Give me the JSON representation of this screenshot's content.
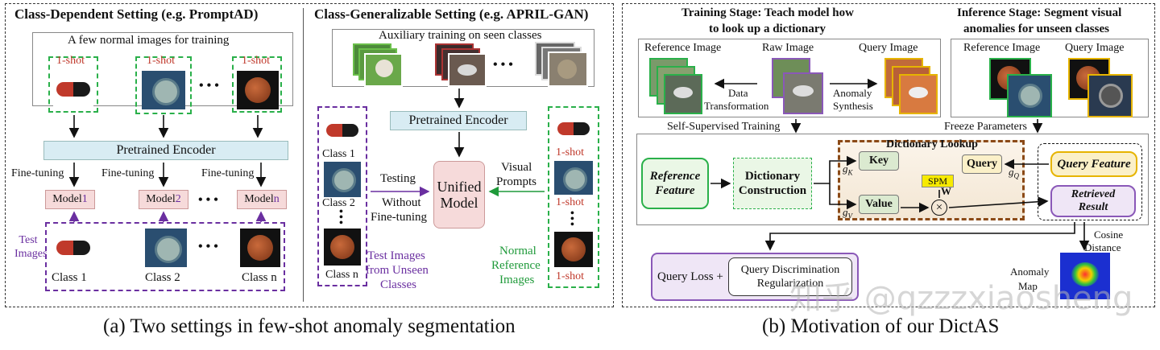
{
  "colors": {
    "encoder": "#d8ecf3",
    "model": "#f6dada",
    "purple": "#6a2fa0",
    "green": "#1f9a3a",
    "dict_border": "#8b4a17",
    "key_fill": "#dbead0",
    "query_fill": "#fbf0c8",
    "spm": "#f7ea00"
  },
  "left": {
    "title": "Class-Dependent Setting  (e.g. PromptAD)",
    "normal_header": "A few normal images for training",
    "shot_label": "1-shot",
    "ellipsis": "• • •",
    "encoder": "Pretrained Encoder",
    "finetune": "Fine-tuning",
    "model_prefix": "Model ",
    "models": [
      "1",
      "2",
      "n"
    ],
    "test_label": "Test Images",
    "classes": [
      "Class 1",
      "Class 2",
      "Class n"
    ]
  },
  "mid": {
    "title": "Class-Generalizable Setting (e.g. APRIL-GAN)",
    "aux": "Auxiliary training on seen classes",
    "encoder": "Pretrained Encoder",
    "classes": [
      "Class 1",
      "Class 2",
      "Class n"
    ],
    "testing": "Testing",
    "without": "Without",
    "without2": "Fine-tuning",
    "unified1": "Unified",
    "unified2": "Model",
    "visual1": "Visual",
    "visual2": "Prompts",
    "shot_label": "1-shot",
    "test_imgs1": "Test Images",
    "test_imgs2": "from Unseen",
    "test_imgs3": "Classes",
    "normal1": "Normal",
    "normal2": "Reference",
    "normal3": "Images"
  },
  "right": {
    "train_title1": "Training Stage: Teach model how",
    "train_title2": "to look up a dictionary",
    "infer_title1": "Inference Stage: Segment visual",
    "infer_title2": "anomalies for unseen classes",
    "ref_img": "Reference Image",
    "raw_img": "Raw Image",
    "query_img": "Query Image",
    "data_trans1": "Data",
    "data_trans2": "Transformation",
    "anom_syn1": "Anomaly",
    "anom_syn2": "Synthesis",
    "ref_img2": "Reference Image",
    "query_img2": "Query Image",
    "self_sup": "Self-Supervised Training",
    "freeze": "Freeze Parameters",
    "ref_feat1": "Reference",
    "ref_feat2": "Feature",
    "dict_cons1": "Dictionary",
    "dict_cons2": "Construction",
    "dict_lookup": "Dictionary Lookup",
    "key": "Key",
    "value": "Value",
    "query": "Query",
    "spm": "SPM",
    "w": "W",
    "gk": "g",
    "gk_sub": "K",
    "gv": "g",
    "gv_sub": "V",
    "gq": "g",
    "gq_sub": "Q",
    "query_feat": "Query Feature",
    "retrieved1": "Retrieved",
    "retrieved2": "Result",
    "cosine1": "Cosine",
    "cosine2": "Distance",
    "query_loss": "Query Loss +",
    "qdr1": "Query Discrimination",
    "qdr2": "Regularization",
    "anomaly_map1": "Anomaly",
    "anomaly_map2": "Map",
    "watermark": "知乎 @qzzzxiaosheng"
  },
  "captions": {
    "a": "(a) Two settings in few-shot anomaly segmentation",
    "b": "(b) Motivation of our DictAS"
  }
}
